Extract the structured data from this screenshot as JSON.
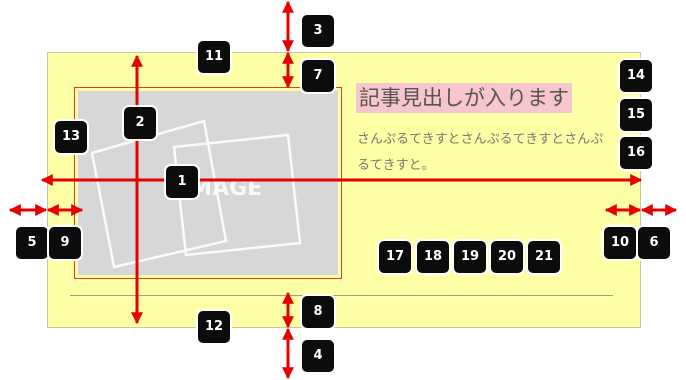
{
  "card": {
    "title": "記事見出しが入ります",
    "body": "さんぷるてきすとさんぷるてきすとさんぷるてきすと。",
    "image_label": "IMAGE"
  },
  "markers": [
    "1",
    "2",
    "3",
    "4",
    "5",
    "6",
    "7",
    "8",
    "9",
    "10",
    "11",
    "12",
    "13",
    "14",
    "15",
    "16",
    "17",
    "18",
    "19",
    "20",
    "21"
  ],
  "colors": {
    "card_background": "#ffffa6",
    "title_highlight": "#f7c6cc",
    "arrow": "#e60000",
    "badge": "#0c0c0c",
    "image_placeholder": "#d7d7d7"
  }
}
